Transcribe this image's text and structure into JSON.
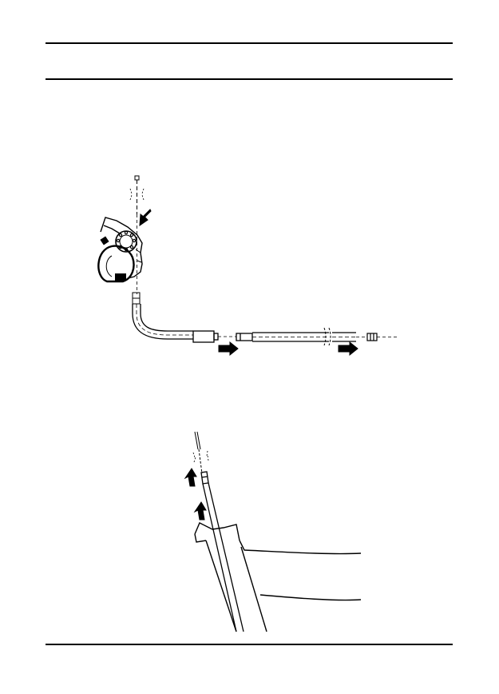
{
  "page": {
    "background": "#ffffff",
    "ink_color": "#000000"
  },
  "figures": [
    {
      "id": "shifter-cable-routing",
      "arrows": [
        "arrow-into-shifter",
        "arrow-right",
        "arrow-right"
      ]
    },
    {
      "id": "frame-cable-entry",
      "arrows": [
        "arrow-up",
        "arrow-up"
      ]
    }
  ]
}
